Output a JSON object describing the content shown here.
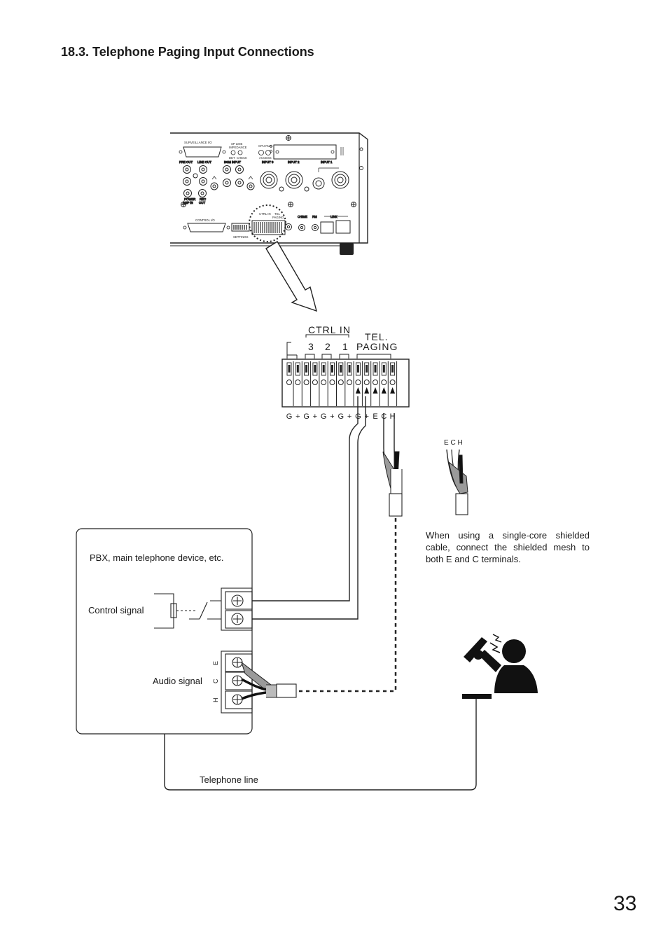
{
  "page": {
    "heading": "18.3. Telephone Paging Input Connections",
    "page_number": "33"
  },
  "rear_panel": {
    "surveillance": "SURVEILLANCE I/O",
    "sp_line": "SP LINE",
    "impedance": "IMPEDANCE",
    "det": "DET",
    "check": "CHECK",
    "cpu_run": "CPU RUN",
    "access": "ACCESS",
    "pre_out": "PRE OUT",
    "line_out": "LINE OUT",
    "bgm_input": "BGM INPUT",
    "input3": "INPUT 3",
    "input2": "INPUT 2",
    "input1": "INPUT 1",
    "power_amp": "POWER",
    "amp_in": "AMP IN",
    "rec": "REC",
    "out": "OUT",
    "control_io": "CONTROL I/O",
    "settings": "SETTINGS",
    "ctrl_in_small": "CTRL IN",
    "tel_small": "TEL",
    "paging_small": "PAGING",
    "chime": "CHIME",
    "rm": "RM",
    "link": "LINK"
  },
  "terminal_block": {
    "ctrl_in": "CTRL IN",
    "tel": "TEL.",
    "paging": "PAGING",
    "ctrl_numbers": [
      "3",
      "2",
      "1"
    ],
    "bottom_labels": [
      "G",
      "+",
      "G",
      "+",
      "G",
      "+",
      "G",
      "+",
      "G",
      "+",
      "E",
      "C",
      "H"
    ]
  },
  "cable_detail": {
    "ech_label": "E C H",
    "note": "When using a single-core shielded cable, connect the shielded mesh to both E and C terminals."
  },
  "pbx": {
    "title": "PBX, main telephone device, etc.",
    "control_signal": "Control signal",
    "audio_signal": "Audio signal",
    "audio_terms": [
      "E",
      "C",
      "H"
    ],
    "telephone_line": "Telephone line"
  }
}
